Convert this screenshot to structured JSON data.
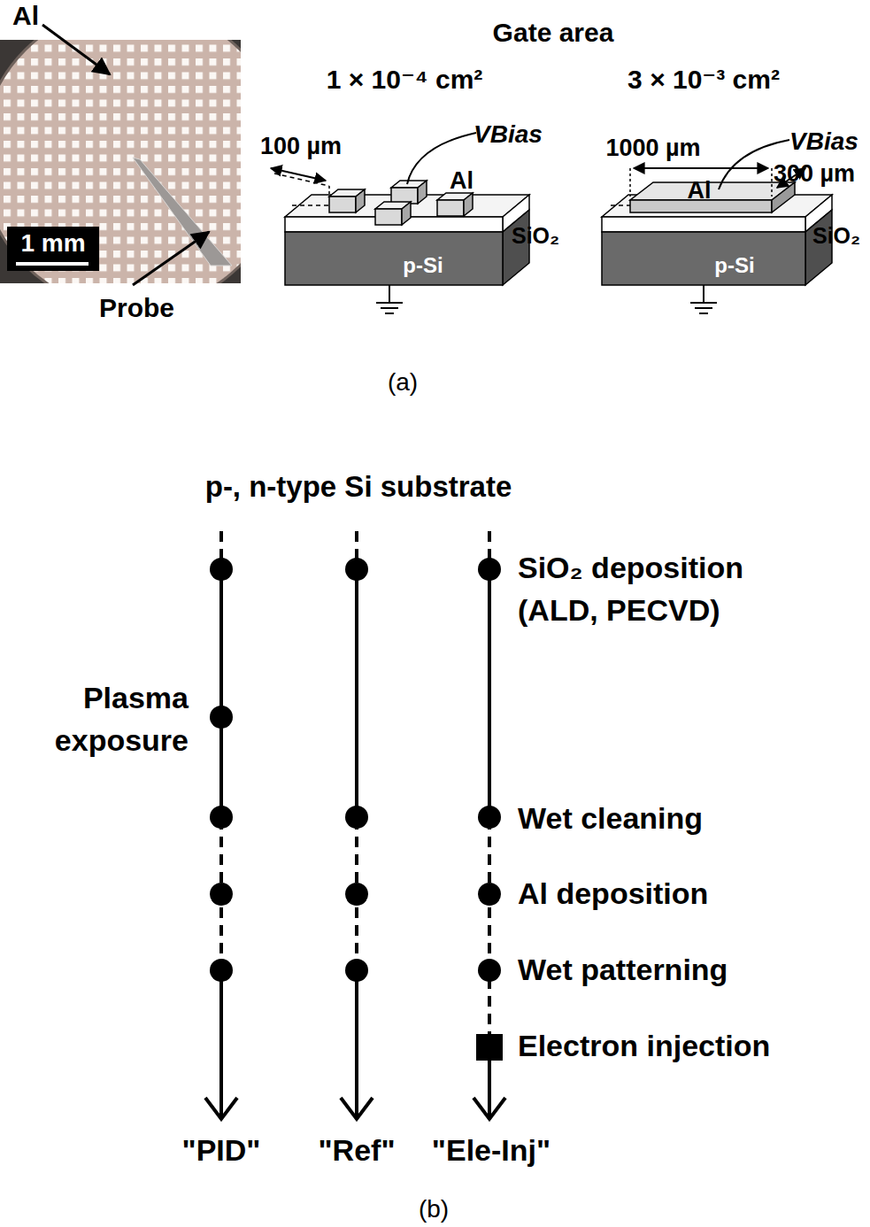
{
  "diagram": {
    "labels": [
      "Al",
      "1 mm",
      "Probe",
      "Gate area",
      "1 × 10⁻⁴ cm²",
      "3 × 10⁻³ cm²",
      "100 µm",
      "VBias",
      "Al",
      "SiO₂",
      "p-Si",
      "1000 µm",
      "VBias",
      "300 µm",
      "Al",
      "SiO₂",
      "p-Si",
      "(a)",
      "p-, n-type Si substrate",
      "SiO₂ deposition (ALD, PECVD)",
      "Plasma exposure",
      "Wet cleaning",
      "Al deposition",
      "Wet patterning",
      "Electron injection",
      "\"PID\"",
      "\"Ref\"",
      "\"Ele-Inj\"",
      "(b)"
    ]
  }
}
